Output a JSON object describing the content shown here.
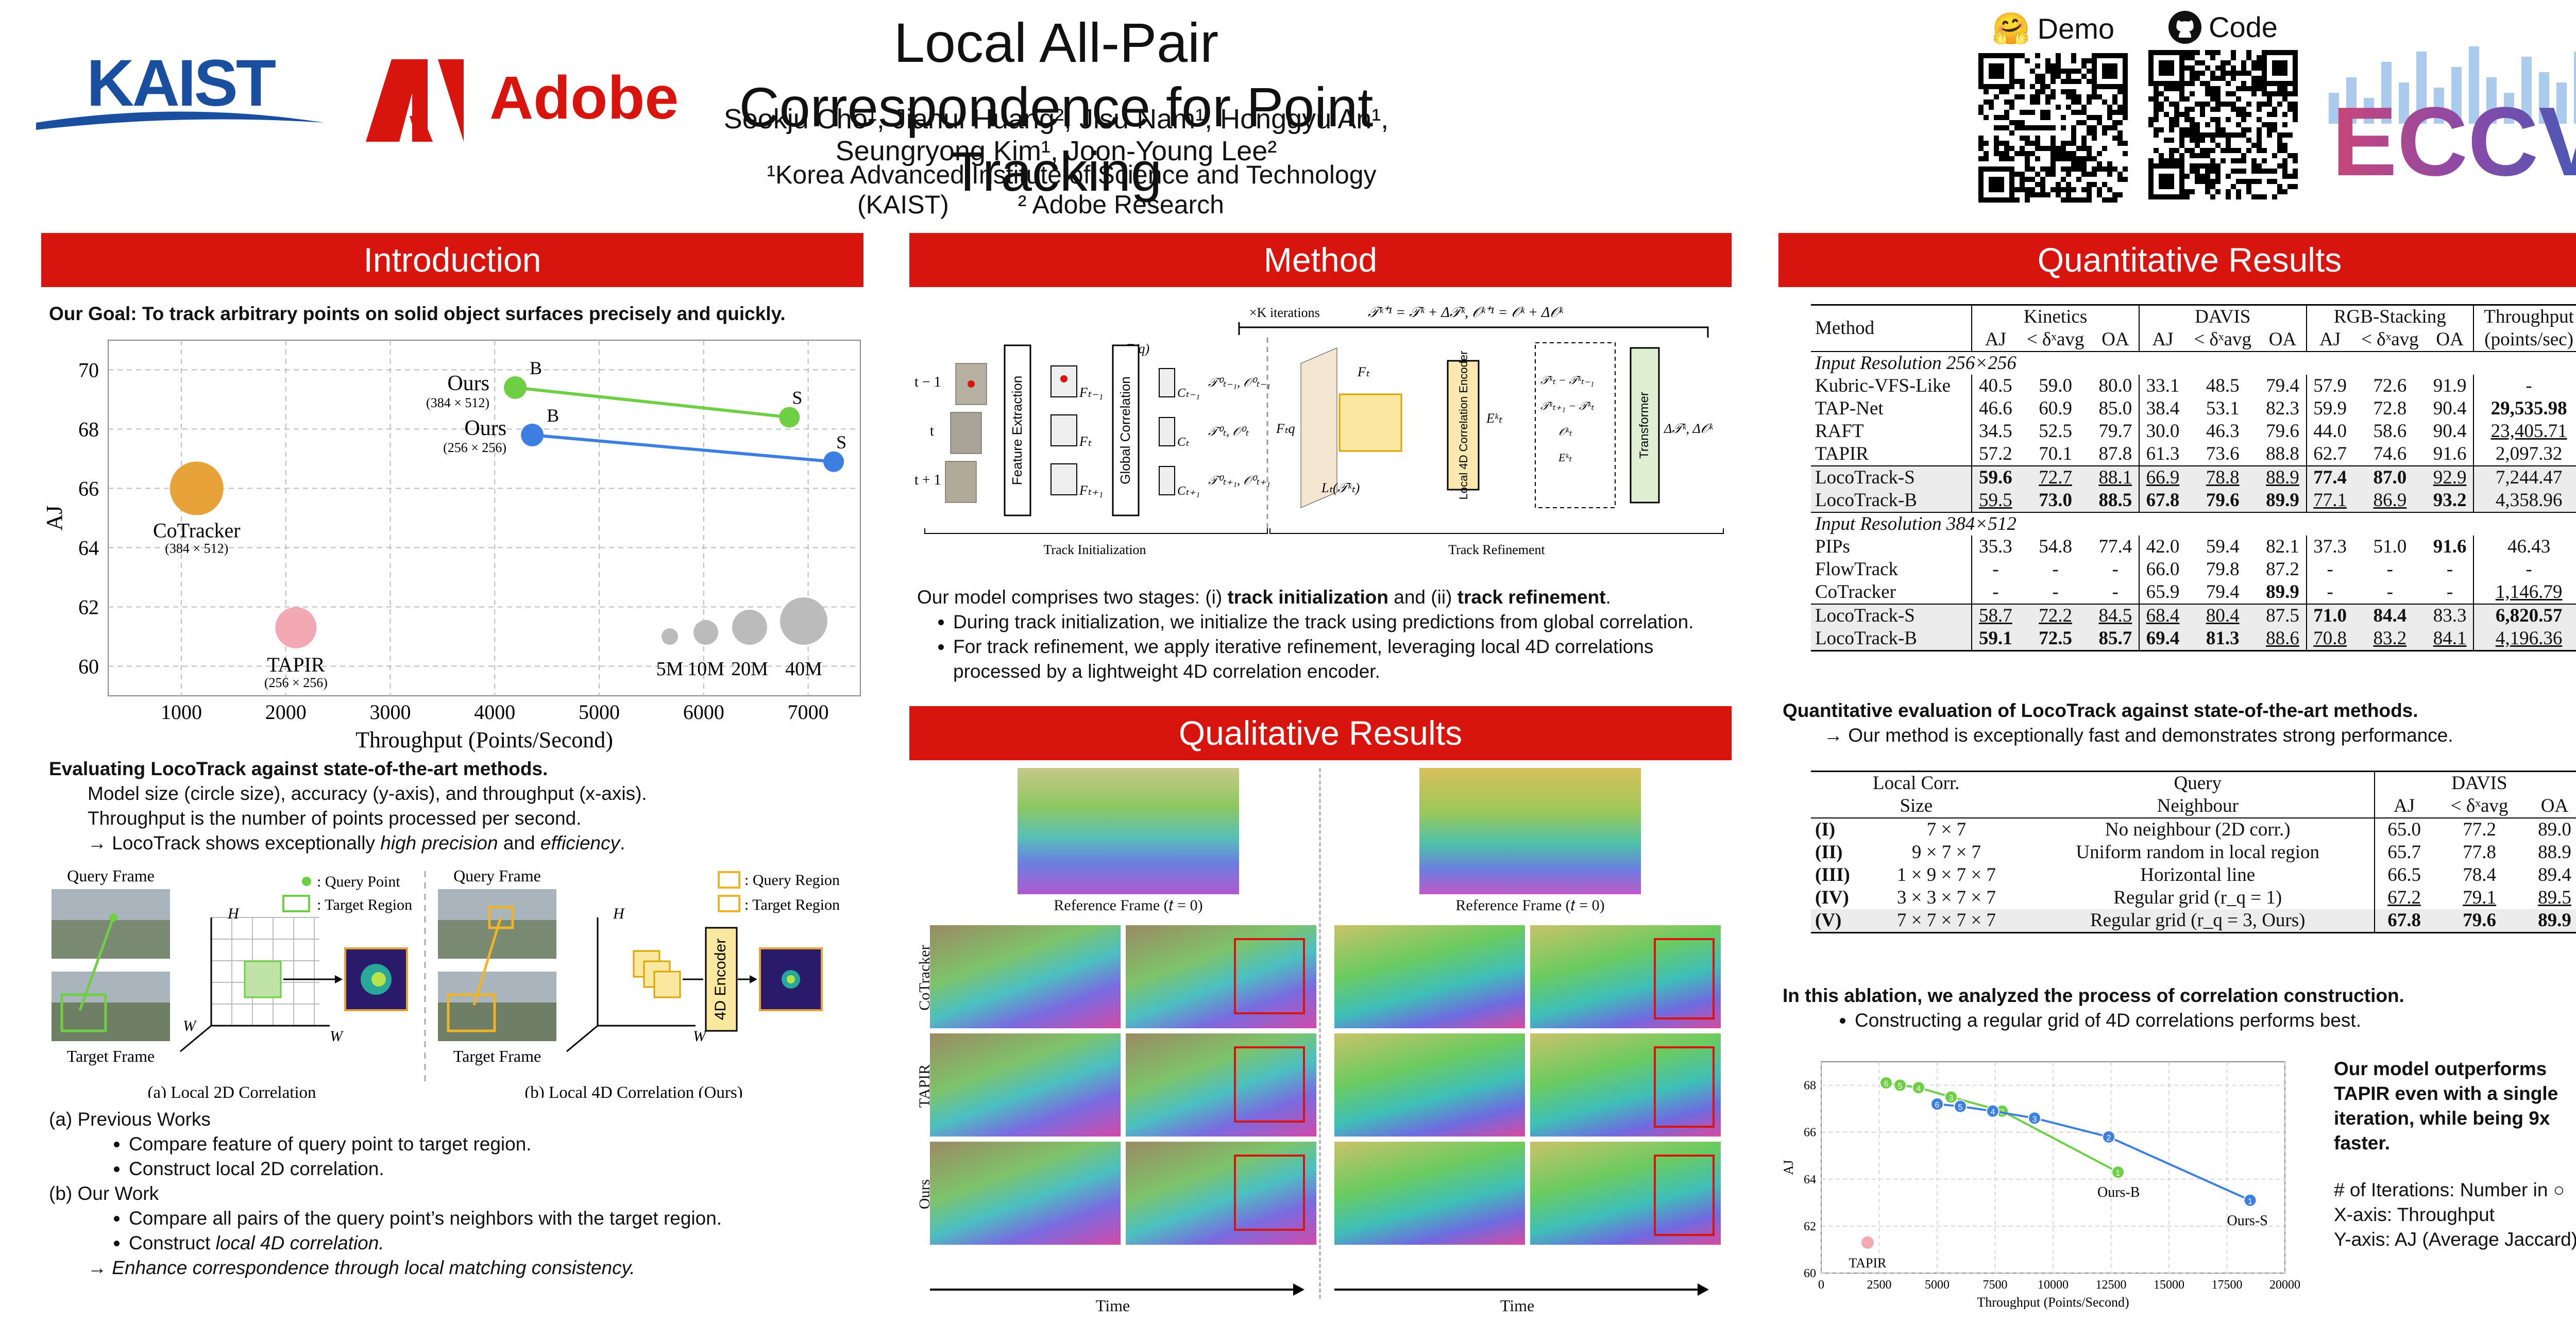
{
  "header": {
    "title": "Local All-Pair Correspondence for Point Tracking",
    "authors": "Seokju Cho¹, Jiahui Huang², Jisu Nam¹, Honggyu An¹, Seungryong Kim¹, Joon-Young Lee²",
    "affil1": "¹Korea Advanced Institute of Science and Technology (KAIST)",
    "affil2": "² Adobe Research",
    "kaist_logo": "KAIST",
    "adobe_logo": "Adobe",
    "demo_label": "Demo",
    "code_label": "Code",
    "eccv_logo": "ECCV",
    "colors": {
      "accent": "#d7140e",
      "kaist": "#1a4fa0"
    }
  },
  "intro": {
    "heading": "Introduction",
    "goal": "Our Goal: To track arbitrary points on solid object surfaces precisely and quickly.",
    "eval_title": "Evaluating LocoTrack against state-of-the-art methods.",
    "eval_lines": [
      "Model size (circle size), accuracy (y-axis), and throughput (x-axis).",
      "Throughput is the number of points processed per second.",
      "→ LocoTrack shows exceptionally "
    ],
    "eval_em1": "high precision",
    "eval_and": " and ",
    "eval_em2": "efficiency",
    "eval_end": ".",
    "fig_a": {
      "query_frame": "Query Frame",
      "target_frame": "Target Frame",
      "legend_point": ": Query Point",
      "legend_region": ": Target Region",
      "caption": "(a) Local 2D Correlation",
      "axis_h": "H",
      "axis_w": "W"
    },
    "fig_b": {
      "query_frame": "Query Frame",
      "target_frame": "Target Frame",
      "legend_qregion": ": Query Region",
      "legend_tregion": ": Target Region",
      "encoder": "4D Encoder",
      "caption": "(b) Local 4D Correlation (Ours)",
      "axis_h": "H",
      "axis_w": "W"
    },
    "prev_title": "(a) Previous Works",
    "prev_items": [
      "Compare feature of query point to target region.",
      "Construct local 2D correlation."
    ],
    "ours_title": "(b) Our Work",
    "ours_item1": "Compare all pairs of the query point’s neighbors with the target region.",
    "ours_item2_pre": "Construct ",
    "ours_item2_em": "local 4D correlation.",
    "ours_conclusion": "→ Enhance correspondence through local matching consistency."
  },
  "method": {
    "heading": "Method",
    "diagram": {
      "iterations": "×K iterations",
      "update_eq": "𝒯ᵏ⁺¹ = 𝒯ᵏ + Δ𝒯ᵏ,  𝒪ᵏ⁺¹ = 𝒪ᵏ + Δ𝒪ᵏ",
      "fq": "F(q)",
      "feature_extraction": "Feature Extraction",
      "global_correlation": "Global Correlation",
      "encoder": "Local 4D Correlation Encoder",
      "transformer": "Transformer",
      "frames": [
        "t − 1",
        "t",
        "t + 1"
      ],
      "features": [
        "Fₜ₋₁",
        "Fₜ",
        "Fₜ₊₁"
      ],
      "corrs": [
        "Cₜ₋₁",
        "Cₜ",
        "Cₜ₊₁"
      ],
      "init_out": [
        "𝒯⁰ₜ₋₁, 𝒪⁰ₜ₋₁",
        "𝒯⁰ₜ, 𝒪⁰ₜ",
        "𝒯⁰ₜ₊₁, 𝒪⁰ₜ₊₁"
      ],
      "ftq": "Fₜq",
      "ft": "Fₜ",
      "lt": "Lₜ(𝒯ᵏₜ)",
      "ek": "Eᵏₜ",
      "tokens": [
        "𝒯ᵏₜ − 𝒯ᵏₜ₋₁",
        "𝒯ᵏₜ₊₁ − 𝒯ᵏₜ",
        "𝒪ᵏₜ",
        "Eᵏₜ"
      ],
      "delta": "Δ𝒯ᵏ, Δ𝒪ᵏ",
      "init_label": "Track Initialization",
      "refine_label": "Track Refinement"
    },
    "summary_pre": "Our model comprises two stages: (i) ",
    "summary_b1": "track initialization",
    "summary_mid": " and (ii) ",
    "summary_b2": "track refinement",
    "summary_end": ".",
    "bullets": [
      "During track initialization, we initialize the track using predictions from global correlation.",
      "For track refinement, we apply iterative refinement, leveraging local 4D correlations processed by a lightweight 4D correlation encoder."
    ]
  },
  "qualitative": {
    "heading": "Qualitative Results",
    "ref_caption": "Reference Frame (𝑡 = 0)",
    "rows": [
      "CoTracker",
      "TAPIR",
      "Ours"
    ],
    "time_label": "Time"
  },
  "quant": {
    "heading": "Quantitative Results",
    "table1": {
      "method_header": "Method",
      "groups": [
        "Kinetics",
        "DAVIS",
        "RGB-Stacking",
        "Throughput"
      ],
      "sub": [
        "AJ",
        "< δˣavg",
        "OA"
      ],
      "throughput_unit": "(points/sec)",
      "section1": "Input Resolution 256×256",
      "section2": "Input Resolution 384×512",
      "rows1": [
        {
          "m": "Kubric-VFS-Like",
          "v": [
            "40.5",
            "59.0",
            "80.0",
            "33.1",
            "48.5",
            "79.4",
            "57.9",
            "72.6",
            "91.9",
            "-"
          ]
        },
        {
          "m": "TAP-Net",
          "v": [
            "46.6",
            "60.9",
            "85.0",
            "38.4",
            "53.1",
            "82.3",
            "59.9",
            "72.8",
            "90.4",
            "29,535.98"
          ]
        },
        {
          "m": "RAFT",
          "v": [
            "34.5",
            "52.5",
            "79.7",
            "30.0",
            "46.3",
            "79.6",
            "44.0",
            "58.6",
            "90.4",
            "23,405.71"
          ]
        },
        {
          "m": "TAPIR",
          "v": [
            "57.2",
            "70.1",
            "87.8",
            "61.3",
            "73.6",
            "88.8",
            "62.7",
            "74.6",
            "91.6",
            "2,097.32"
          ]
        },
        {
          "m": "LocoTrack-S",
          "v": [
            "59.6",
            "72.7",
            "88.1",
            "66.9",
            "78.8",
            "88.9",
            "77.4",
            "87.0",
            "92.9",
            "7,244.47"
          ]
        },
        {
          "m": "LocoTrack-B",
          "v": [
            "59.5",
            "73.0",
            "88.5",
            "67.8",
            "79.6",
            "89.9",
            "77.1",
            "86.9",
            "93.2",
            "4,358.96"
          ]
        }
      ],
      "rows2": [
        {
          "m": "PIPs",
          "v": [
            "35.3",
            "54.8",
            "77.4",
            "42.0",
            "59.4",
            "82.1",
            "37.3",
            "51.0",
            "91.6",
            "46.43"
          ]
        },
        {
          "m": "FlowTrack",
          "v": [
            "-",
            "-",
            "-",
            "66.0",
            "79.8",
            "87.2",
            "-",
            "-",
            "-",
            "-"
          ]
        },
        {
          "m": "CoTracker",
          "v": [
            "-",
            "-",
            "-",
            "65.9",
            "79.4",
            "89.9",
            "-",
            "-",
            "-",
            "1,146.79"
          ]
        },
        {
          "m": "LocoTrack-S",
          "v": [
            "58.7",
            "72.2",
            "84.5",
            "68.4",
            "80.4",
            "87.5",
            "71.0",
            "84.4",
            "83.3",
            "6,820.57"
          ]
        },
        {
          "m": "LocoTrack-B",
          "v": [
            "59.1",
            "72.5",
            "85.7",
            "69.4",
            "81.3",
            "88.6",
            "70.8",
            "83.2",
            "84.1",
            "4,196.36"
          ]
        }
      ]
    },
    "t1_caption": "Quantitative evaluation of LocoTrack against state-of-the-art methods.",
    "t1_note": "→ Our method is exceptionally fast and demonstrates strong performance.",
    "table2": {
      "h_local": "Local Corr.",
      "h_size": "Size",
      "h_query": "Query",
      "h_neigh": "Neighbour",
      "h_davis": "DAVIS",
      "sub": [
        "AJ",
        "< δˣavg",
        "OA"
      ],
      "rows": [
        {
          "id": "(I)",
          "size": "7 × 7",
          "q": "No neighbour (2D corr.)",
          "v": [
            "65.0",
            "77.2",
            "89.0"
          ]
        },
        {
          "id": "(II)",
          "size": "9 × 7 × 7",
          "q": "Uniform random in local region",
          "v": [
            "65.7",
            "77.8",
            "88.9"
          ]
        },
        {
          "id": "(III)",
          "size": "1 × 9 × 7 × 7",
          "q": "Horizontal line",
          "v": [
            "66.5",
            "78.4",
            "89.4"
          ]
        },
        {
          "id": "(IV)",
          "size": "3 × 3 × 7 × 7",
          "q": "Regular grid (r_q = 1)",
          "v": [
            "67.2",
            "79.1",
            "89.5"
          ]
        },
        {
          "id": "(V)",
          "size": "7 × 7 × 7 × 7",
          "q": "Regular grid (r_q = 3, Ours)",
          "v": [
            "67.8",
            "79.6",
            "89.9"
          ]
        }
      ]
    },
    "t2_caption": "In this ablation, we analyzed the process of correlation construction.",
    "t2_bullet": "Constructing a regular grid of 4D correlations performs best.",
    "side_bold": "Our model outperforms TAPIR even with a single iteration, while being 9x faster.",
    "side_lines": [
      "# of Iterations: Number in ○",
      "X-axis: Throughput",
      "Y-axis: AJ (Average Jaccard)"
    ]
  },
  "chart_data": [
    {
      "type": "scatter",
      "xlabel": "Throughput (Points/Second)",
      "ylabel": "AJ",
      "xlim": [
        300,
        7500
      ],
      "ylim": [
        59,
        71
      ],
      "xticks": [
        "1000",
        "2000",
        "3000",
        "4000",
        "5000",
        "6000",
        "7000"
      ],
      "yticks": [
        "60",
        "62",
        "64",
        "66",
        "68",
        "70"
      ],
      "grid": true,
      "points": [
        {
          "label": "CoTracker",
          "sublabel": "(384 × 512)",
          "x": 1147,
          "y": 66.0,
          "size": "large",
          "color": "#e8a23a"
        },
        {
          "label": "TAPIR",
          "sublabel": "(256 × 256)",
          "x": 2097,
          "y": 61.3,
          "size": "medium",
          "color": "#f2a9b4"
        }
      ],
      "series": [
        {
          "name": "Ours",
          "sublabel": "(384 × 512)",
          "color": "#6fcf44",
          "points": [
            {
              "x": 4196,
              "y": 69.4,
              "label": "B"
            },
            {
              "x": 6821,
              "y": 68.4,
              "label": "S"
            }
          ]
        },
        {
          "name": "Ours",
          "sublabel": "(256 × 256)",
          "color": "#3d7fe0",
          "points": [
            {
              "x": 4359,
              "y": 67.8,
              "label": "B"
            },
            {
              "x": 7244,
              "y": 66.9,
              "label": "S"
            }
          ]
        }
      ],
      "size_legend": [
        "5M",
        "10M",
        "20M",
        "40M"
      ]
    },
    {
      "type": "line",
      "xlabel": "Throughput (Points/Second)",
      "ylabel": "AJ",
      "xlim": [
        0,
        20000
      ],
      "ylim": [
        60,
        69
      ],
      "xticks": [
        "0",
        "2500",
        "5000",
        "7500",
        "10000",
        "12500",
        "15000",
        "17500",
        "20000"
      ],
      "yticks": [
        "60",
        "62",
        "64",
        "66",
        "68"
      ],
      "series": [
        {
          "name": "Ours-B",
          "color": "#6fcf44",
          "points": [
            {
              "x": 2800,
              "y": 68.1,
              "it": "6"
            },
            {
              "x": 3400,
              "y": 68.0,
              "it": "5"
            },
            {
              "x": 4200,
              "y": 67.9,
              "it": "4"
            },
            {
              "x": 5600,
              "y": 67.5,
              "it": "3"
            },
            {
              "x": 7800,
              "y": 66.9,
              "it": "2"
            },
            {
              "x": 12800,
              "y": 64.3,
              "it": "1"
            }
          ]
        },
        {
          "name": "Ours-S",
          "color": "#3d7fe0",
          "points": [
            {
              "x": 5000,
              "y": 67.2,
              "it": "6"
            },
            {
              "x": 6000,
              "y": 67.1,
              "it": "5"
            },
            {
              "x": 7400,
              "y": 66.9,
              "it": "4"
            },
            {
              "x": 9200,
              "y": 66.6,
              "it": "3"
            },
            {
              "x": 12400,
              "y": 65.8,
              "it": "2"
            },
            {
              "x": 18500,
              "y": 63.1,
              "it": "1"
            }
          ]
        }
      ],
      "points": [
        {
          "label": "TAPIR",
          "x": 2000,
          "y": 61.3,
          "color": "#f2a9b4"
        }
      ]
    }
  ]
}
